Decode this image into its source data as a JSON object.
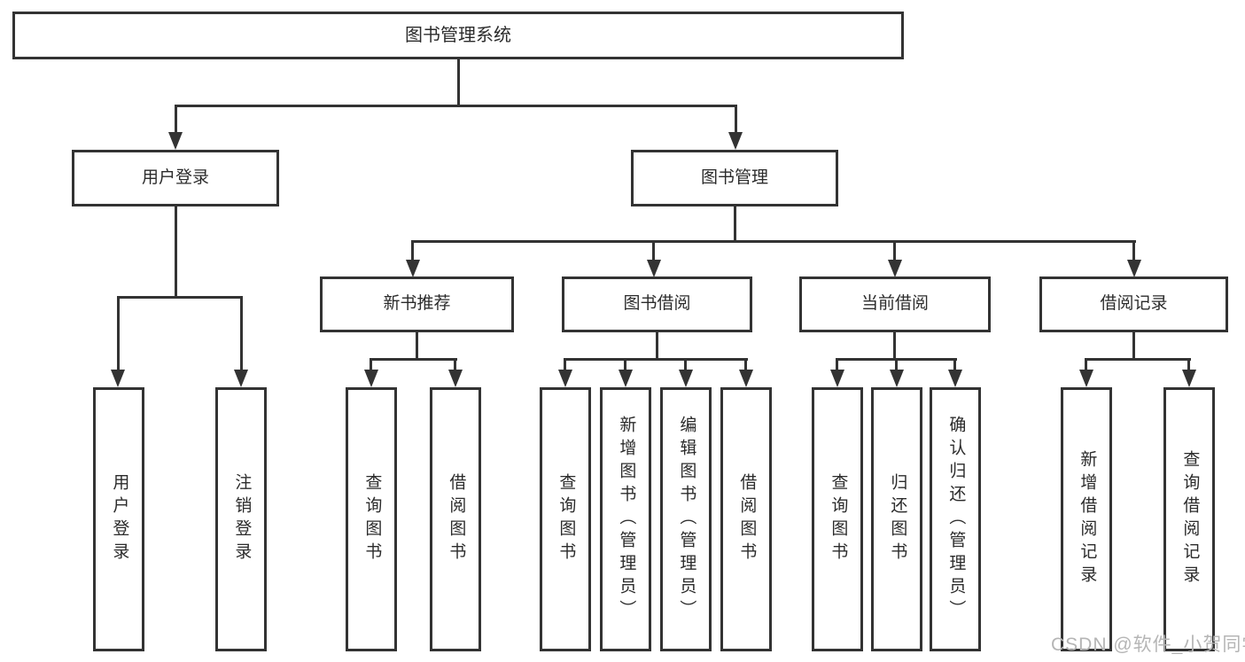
{
  "diagram": {
    "type": "hierarchy-tree",
    "orientation": "top-down",
    "colors": {
      "line": "#333333",
      "box_border": "#333333",
      "box_fill": "#ffffff",
      "text": "#2b2b2b",
      "watermark": "#b5b5b5"
    }
  },
  "tree": {
    "label": "图书管理系统",
    "children": [
      {
        "label": "用户登录",
        "children": [
          {
            "label": "用户登录"
          },
          {
            "label": "注销登录"
          }
        ]
      },
      {
        "label": "图书管理",
        "children": [
          {
            "label": "新书推荐",
            "children": [
              {
                "label": "查询图书"
              },
              {
                "label": "借阅图书"
              }
            ]
          },
          {
            "label": "图书借阅",
            "children": [
              {
                "label": "查询图书"
              },
              {
                "label": "新增图书（管理员）"
              },
              {
                "label": "编辑图书（管理员）"
              },
              {
                "label": "借阅图书"
              }
            ]
          },
          {
            "label": "当前借阅",
            "children": [
              {
                "label": "查询图书"
              },
              {
                "label": "归还图书"
              },
              {
                "label": "确认归还（管理员）"
              }
            ]
          },
          {
            "label": "借阅记录",
            "children": [
              {
                "label": "新增借阅记录"
              },
              {
                "label": "查询借阅记录"
              }
            ]
          }
        ]
      }
    ]
  },
  "watermark": {
    "text": "CSDN @软件_小贺同学"
  }
}
